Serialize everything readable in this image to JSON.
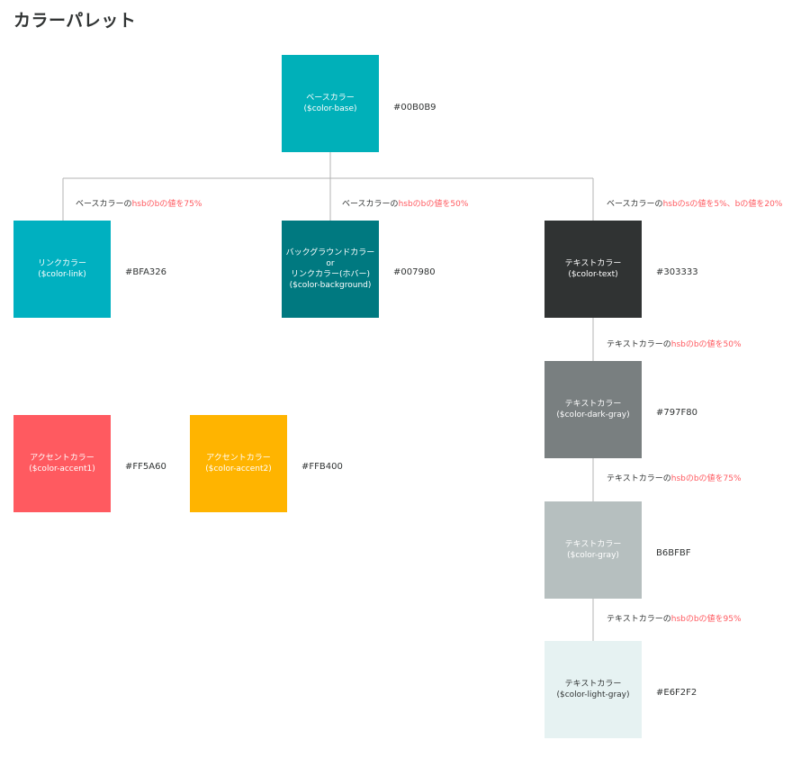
{
  "page": {
    "title": "カラーパレット"
  },
  "swatches": {
    "base": {
      "name": "ベースカラー",
      "var": "($color-base)",
      "hex": "#00B0B9",
      "color": "#00B0B9"
    },
    "link": {
      "name": "リンクカラー",
      "var": "($color-link)",
      "hex": "#BFA326",
      "color": "#00B0C0"
    },
    "background": {
      "line1": "バックグラウンドカラー",
      "line2": "or",
      "line3": "リンクカラー(ホバー)",
      "var": "($color-background)",
      "hex": "#007980",
      "color": "#007980"
    },
    "text": {
      "name": "テキストカラー",
      "var": "($color-text)",
      "hex": "#303333",
      "color": "#303333"
    },
    "dark_gray": {
      "name": "テキストカラー",
      "var": "($color-dark-gray)",
      "hex": "#797F80",
      "color": "#797F80"
    },
    "gray": {
      "name": "テキストカラー",
      "var": "($color-gray)",
      "hex": "B6BFBF",
      "color": "#B6BFBF"
    },
    "light_gray": {
      "name": "テキストカラー",
      "var": "($color-light-gray)",
      "hex": "#E6F2F2",
      "color": "#E6F2F2"
    },
    "accent1": {
      "name": "アクセントカラー",
      "var": "($color-accent1)",
      "hex": "#FF5A60",
      "color": "#FF5A60"
    },
    "accent2": {
      "name": "アクセントカラー",
      "var": "($color-accent2)",
      "hex": "#FFB400",
      "color": "#FFB400"
    }
  },
  "notes": {
    "link": {
      "prefix": "ベースカラーの",
      "highlight": "hsbのbの値を75%"
    },
    "background": {
      "prefix": "ベースカラーの",
      "highlight": "hsbのbの値を50%"
    },
    "text": {
      "prefix": "ベースカラーの",
      "highlight": "hsbのsの値を5%、bの値を20%"
    },
    "dark_gray": {
      "prefix": "テキストカラーの",
      "highlight": "hsbのbの値を50%"
    },
    "gray": {
      "prefix": "テキストカラーの",
      "highlight": "hsbのbの値を75%"
    },
    "light_gray": {
      "prefix": "テキストカラーの",
      "highlight": "hsbのbの値を95%"
    }
  },
  "colors": {
    "connector": "#b3b3b3",
    "highlight": "#FF5A60"
  }
}
